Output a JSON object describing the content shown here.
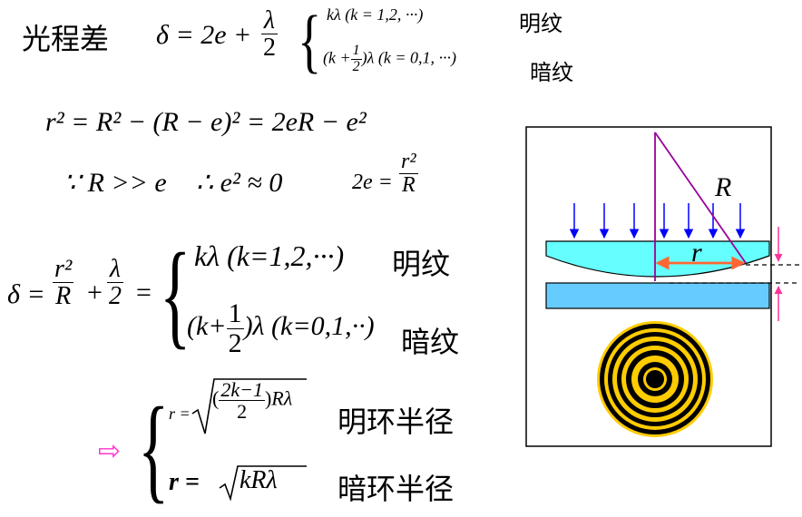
{
  "title": {
    "label": "光程差"
  },
  "eq1": {
    "lhs": "δ = 2e +",
    "frac_num": "λ",
    "frac_den": "2",
    "case_bright": "kλ   (k = 1,2, ···)",
    "case_bright_label": "明纹",
    "case_dark_pre": "(k +",
    "case_dark_num": "1",
    "case_dark_den": "2",
    "case_dark_post": ")λ   (k = 0,1, ···)",
    "case_dark_label": "暗纹"
  },
  "eq2": {
    "text": "r² = R² − (R − e)² = 2eR − e²"
  },
  "eq3": {
    "because": "∵ R >> e",
    "therefore": "∴ e² ≈ 0",
    "lhs": "2e =",
    "frac_num": "r²",
    "frac_den": "R"
  },
  "eq4": {
    "delta": "δ =",
    "frac1_num": "r²",
    "frac1_den": "R",
    "plus": "+",
    "frac2_num": "λ",
    "frac2_den": "2",
    "eq": "=",
    "case_bright": "kλ  (k=1,2,···)",
    "case_bright_label": "明纹",
    "case_dark_pre": "(k+",
    "case_dark_num": "1",
    "case_dark_den": "2",
    "case_dark_post": ")λ  (k=0,1,··)",
    "case_dark_label": "暗纹"
  },
  "result": {
    "arrow": "⇨",
    "bright_lhs": "r =",
    "bright_num": "2k−1",
    "bright_den": "2",
    "bright_tail": "Rλ",
    "bright_label": "明环半径",
    "dark_lhs": "r =",
    "dark_rad": "kRλ",
    "dark_label": "暗环半径"
  },
  "figure": {
    "label_R": "R",
    "label_r": "r",
    "colors": {
      "lens": "#66ffff",
      "plate": "#66ccff",
      "ring_dark": "#000000",
      "ring_light": "#ffcc00",
      "purple": "#990099",
      "arrow_orange": "#ff6633",
      "arrow_blue": "#0000ff",
      "arrow_pink": "#ff3399"
    }
  }
}
